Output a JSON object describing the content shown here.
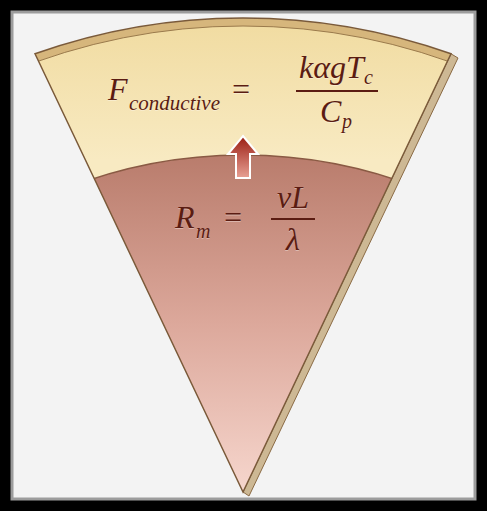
{
  "diagram": {
    "nodes": [
      {
        "text": [
          "F",
          "conductive",
          "=",
          "kαgT",
          "c",
          "C",
          "p"
        ]
      },
      {
        "text": [
          "R",
          "m",
          "=",
          "vL",
          "λ"
        ]
      }
    ],
    "edges": [
      {
        "from": 1,
        "to": 0,
        "arrow": "to"
      }
    ]
  }
}
